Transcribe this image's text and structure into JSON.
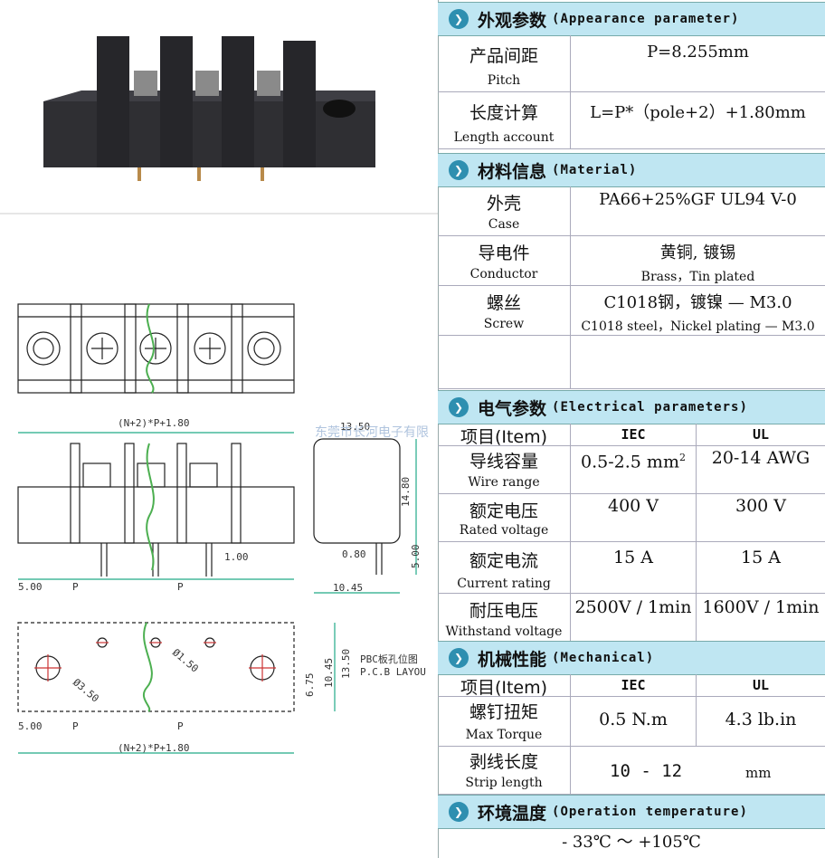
{
  "sections": {
    "appearance": {
      "zh": "外观参数",
      "en": "(Appearance parameter)",
      "icon": "chevron-right-icon"
    },
    "material": {
      "zh": "材料信息",
      "en": "(Material)",
      "icon": "chevron-right-icon"
    },
    "electrical": {
      "zh": "电气参数",
      "en": "(Electrical parameters)",
      "icon": "chevron-right-icon"
    },
    "mechanical": {
      "zh": "机械性能",
      "en": "(Mechanical)",
      "icon": "chevron-right-icon"
    },
    "temperature": {
      "zh": "环境温度",
      "en": "(Operation temperature)",
      "icon": "chevron-right-icon"
    }
  },
  "appearance_rows": [
    {
      "zh": "产品间距",
      "en": "Pitch",
      "value": "P=8.255mm"
    },
    {
      "zh": "长度计算",
      "en": "Length account",
      "value": "L=P*（pole+2）+1.80mm"
    }
  ],
  "material_rows": [
    {
      "zh": "外壳",
      "en": "Case",
      "value": "PA66+25%GF UL94 V-0",
      "value_en": ""
    },
    {
      "zh": "导电件",
      "en": "Conductor",
      "value": "黄铜, 镀锡",
      "value_en": "Brass，Tin plated"
    },
    {
      "zh": "螺丝",
      "en": "Screw",
      "value": "C1018钢，镀镍 — M3.0",
      "value_en": "C1018 steel，Nickel plating — M3.0"
    }
  ],
  "electrical": {
    "header": {
      "item": "项目(Item)",
      "c1": "IEC",
      "c2": "UL"
    },
    "rows": [
      {
        "zh": "导线容量",
        "en": "Wire range",
        "c1": "0.5-2.5 mm",
        "c1_sup": "2",
        "c2": "20-14  AWG"
      },
      {
        "zh": "额定电压",
        "en": "Rated voltage",
        "c1": "400 V",
        "c2": "300 V"
      },
      {
        "zh": "额定电流",
        "en": "Current rating",
        "c1": "15 A",
        "c2": "15  A"
      },
      {
        "zh": "耐压电压",
        "en": "Withstand voltage",
        "c1": "2500V / 1min",
        "c2": "1600V / 1min"
      }
    ]
  },
  "mechanical": {
    "header": {
      "item": "项目(Item)",
      "c1": "IEC",
      "c2": "UL"
    },
    "torque": {
      "zh": "螺钉扭矩",
      "en": "Max Torque",
      "c1": "0.5  N.m",
      "c2": "4.3 lb.in"
    },
    "strip": {
      "zh": "剥线长度",
      "en": "Strip length",
      "value": "10  -  12",
      "unit": "mm"
    }
  },
  "temperature_value": "- 33℃  ～  +105℃",
  "drawing": {
    "top_length": "(N+2)*P+1.80",
    "bottom_length": "(N+2)*P+1.80",
    "d5": "5.00",
    "p": "P",
    "pin": "1.00",
    "side_w": "13.50",
    "side_h": "14.80",
    "pin_w": "0.80",
    "pin_h": "5.00",
    "side_base": "10.45",
    "hole_big": "Ø3.50",
    "hole_small": "Ø1.50",
    "pcb_h1": "6.75",
    "pcb_h2": "10.45",
    "pcb_h3": "13.50",
    "pcb_label_zh": "PBC板孔位图",
    "pcb_label_en": "P.C.B LAYOU",
    "watermark": "东莞市长河电子有限"
  }
}
